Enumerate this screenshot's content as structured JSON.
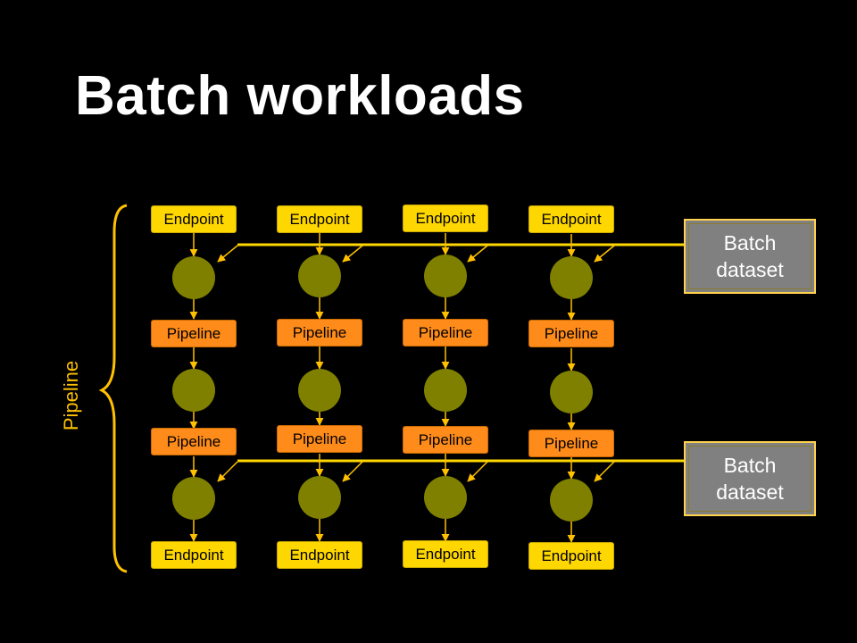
{
  "title": "Batch workloads",
  "side_label": "Pipeline",
  "columns": [
    {
      "top": "Endpoint",
      "mid1": "Pipeline",
      "mid2": "Pipeline",
      "bottom": "Endpoint"
    },
    {
      "top": "Endpoint",
      "mid1": "Pipeline",
      "mid2": "Pipeline",
      "bottom": "Endpoint"
    },
    {
      "top": "Endpoint",
      "mid1": "Pipeline",
      "mid2": "Pipeline",
      "bottom": "Endpoint"
    },
    {
      "top": "Endpoint",
      "mid1": "Pipeline",
      "mid2": "Pipeline",
      "bottom": "Endpoint"
    }
  ],
  "datasets": [
    {
      "label_line1": "Batch",
      "label_line2": "dataset"
    },
    {
      "label_line1": "Batch",
      "label_line2": "dataset"
    }
  ],
  "colors": {
    "endpoint": "#ffd700",
    "pipeline": "#ff8c1a",
    "node": "#808000",
    "dataset": "#808080",
    "connector": "#ffc000"
  }
}
